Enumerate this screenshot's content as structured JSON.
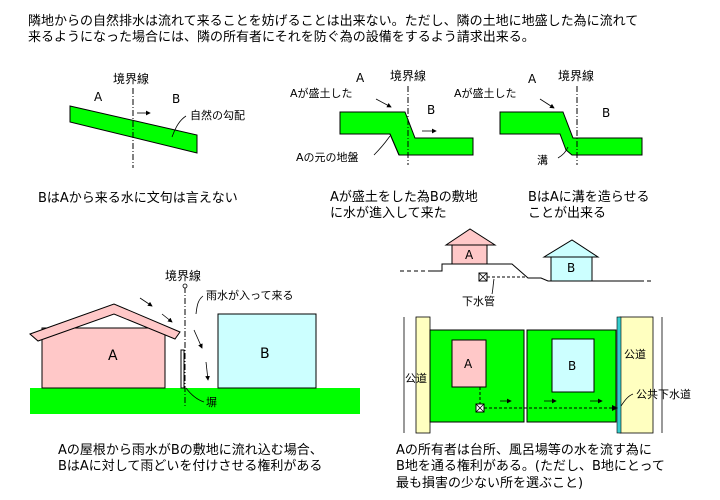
{
  "intro": {
    "line1": "隣地からの自然排水は流れて来ることを妨げることは出来ない。ただし、隣の土地に地盛した為に流れて",
    "line2": "来るようになった場合には、隣の所有者にそれを防ぐ為の設備をするよう請求出来る。"
  },
  "panel1": {
    "boundary": "境界線",
    "lot_a": "A",
    "lot_b": "B",
    "slope_label": "自然の勾配",
    "caption": "BはAから来る水に文句は言えない"
  },
  "panel2": {
    "boundary": "境界線",
    "lot_a": "A",
    "lot_b": "B",
    "fill_label": "Aが盛土した",
    "orig_ground_label": "Aの元の地盤",
    "caption_line1": "Aが盛土をした為Bの敷地",
    "caption_line2": "に水が進入して来た"
  },
  "panel3": {
    "boundary": "境界線",
    "lot_a": "A",
    "lot_b": "B",
    "fill_label": "Aが盛土した",
    "ditch_label": "溝",
    "caption_line1": "BはAに溝を造らせる",
    "caption_line2": "ことが出来る"
  },
  "panel4": {
    "boundary": "境界線",
    "house_a": "A",
    "house_b": "B",
    "rain_label": "雨水が入って来る",
    "fence_label": "塀",
    "caption_line1": "Aの屋根から雨水がBの敷地に流れ込む場合、",
    "caption_line2": "BはAに対して雨どいを付けさせる権利がある"
  },
  "panel5": {
    "house_a": "A",
    "house_b": "B",
    "sewer_pipe_label": "下水管",
    "road_left": "公道",
    "road_right": "公道",
    "public_sewer_label": "公共下水道",
    "caption_line1": "Aの所有者は台所、風呂場等の水を流す為に",
    "caption_line2": "B地を通る権利がある。(ただし、B地にとって",
    "caption_line3": "最も損害の少ない所を選ぶこと)"
  },
  "colors": {
    "ground": "#00ff00",
    "house_a": "#ffc8c8",
    "house_b": "#ccffff",
    "road": "#ffffc0",
    "sewer": "#33cccc"
  }
}
